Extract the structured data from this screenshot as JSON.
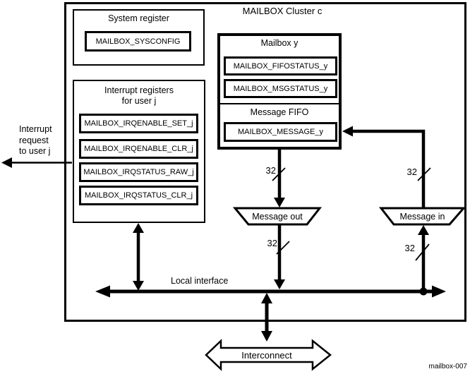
{
  "diagram": {
    "title": "MAILBOX Cluster c",
    "footer": "mailbox-007",
    "colors": {
      "line": "#000000",
      "background": "#ffffff"
    }
  },
  "system_register": {
    "title": "System register",
    "register": "MAILBOX_SYSCONFIG"
  },
  "interrupt_registers": {
    "title_line1": "Interrupt registers",
    "title_line2": "for user j",
    "registers": [
      "MAILBOX_IRQENABLE_SET_j",
      "MAILBOX_IRQENABLE_CLR_j",
      "MAILBOX_IRQSTATUS_RAW_j",
      "MAILBOX_IRQSTATUS_CLR_j"
    ]
  },
  "mailbox": {
    "title": "Mailbox y",
    "registers": [
      "MAILBOX_FIFOSTATUS_y",
      "MAILBOX_MSGSTATUS_y"
    ],
    "fifo_title": "Message FIFO",
    "fifo_register": "MAILBOX_MESSAGE_y"
  },
  "labels": {
    "interrupt_request_line1": "Interrupt",
    "interrupt_request_line2": "request",
    "interrupt_request_line3": "to user j",
    "message_out": "Message out",
    "message_in": "Message in",
    "local_interface": "Local interface",
    "interconnect": "Interconnect",
    "bus_width": "32"
  }
}
